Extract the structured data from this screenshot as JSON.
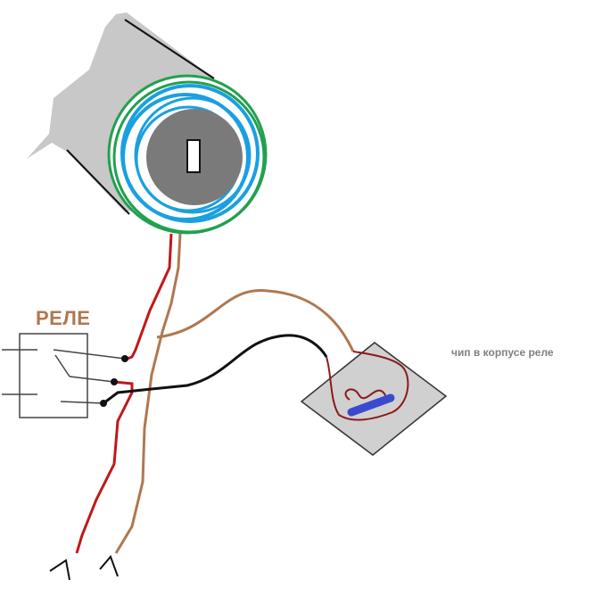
{
  "labels": {
    "relay": "РЕЛЕ",
    "chip_caption": "чип в корпусе реле"
  },
  "colors": {
    "background": "#ffffff",
    "cylinder_body": "#c8c8c8",
    "cylinder_core": "#7a7a7a",
    "coil_outer": "#22a050",
    "coil_inner": "#1aa0e0",
    "key_slot_fill": "#ffffff",
    "wire_red": "#c01818",
    "wire_brown": "#b07850",
    "wire_black": "#111111",
    "wire_dark_red": "#8b1a1a",
    "chip_body": "#d0d0d0",
    "chip_bar": "#3a4ad0",
    "relay_box": "#444444",
    "relay_label_color": "#b07850",
    "caption_color": "#808080"
  },
  "icons": {
    "relay_contact": "filled-dot",
    "terminal": "angle-glyph"
  }
}
